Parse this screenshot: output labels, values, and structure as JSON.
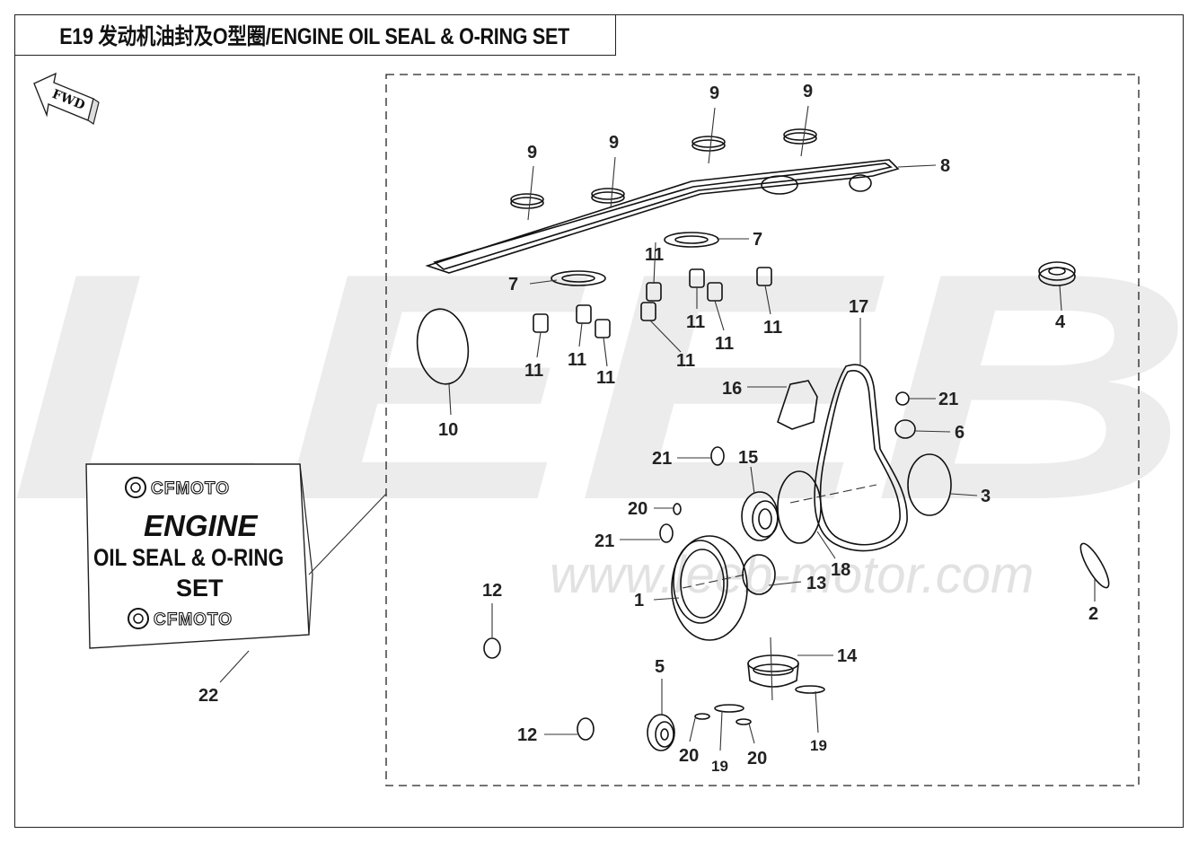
{
  "title": "E19 发动机油封及O型圈/ENGINE OIL SEAL & O-RING SET",
  "watermark": {
    "brand": "LEEB",
    "url": "www.leeb-motor.com"
  },
  "fwd_label": "FWD",
  "package": {
    "brand": "CFMOTO",
    "line1": "ENGINE",
    "line2": "OIL SEAL & O-RING",
    "line3": "SET"
  },
  "callouts": {
    "c1": "1",
    "c2": "2",
    "c3": "3",
    "c4": "4",
    "c5": "5",
    "c6": "6",
    "c7a": "7",
    "c7b": "7",
    "c8": "8",
    "c9a": "9",
    "c9b": "9",
    "c9c": "9",
    "c9d": "9",
    "c10": "10",
    "c11a": "11",
    "c11b": "11",
    "c11c": "11",
    "c11d": "11",
    "c11e": "11",
    "c11f": "11",
    "c11g": "11",
    "c11h": "11",
    "c12a": "12",
    "c12b": "12",
    "c13": "13",
    "c14": "14",
    "c15": "15",
    "c16": "16",
    "c17": "17",
    "c18": "18",
    "c19a": "19",
    "c19b": "19",
    "c20a": "20",
    "c20b": "20",
    "c20c": "20",
    "c21a": "21",
    "c21b": "21",
    "c21c": "21",
    "c22": "22"
  }
}
